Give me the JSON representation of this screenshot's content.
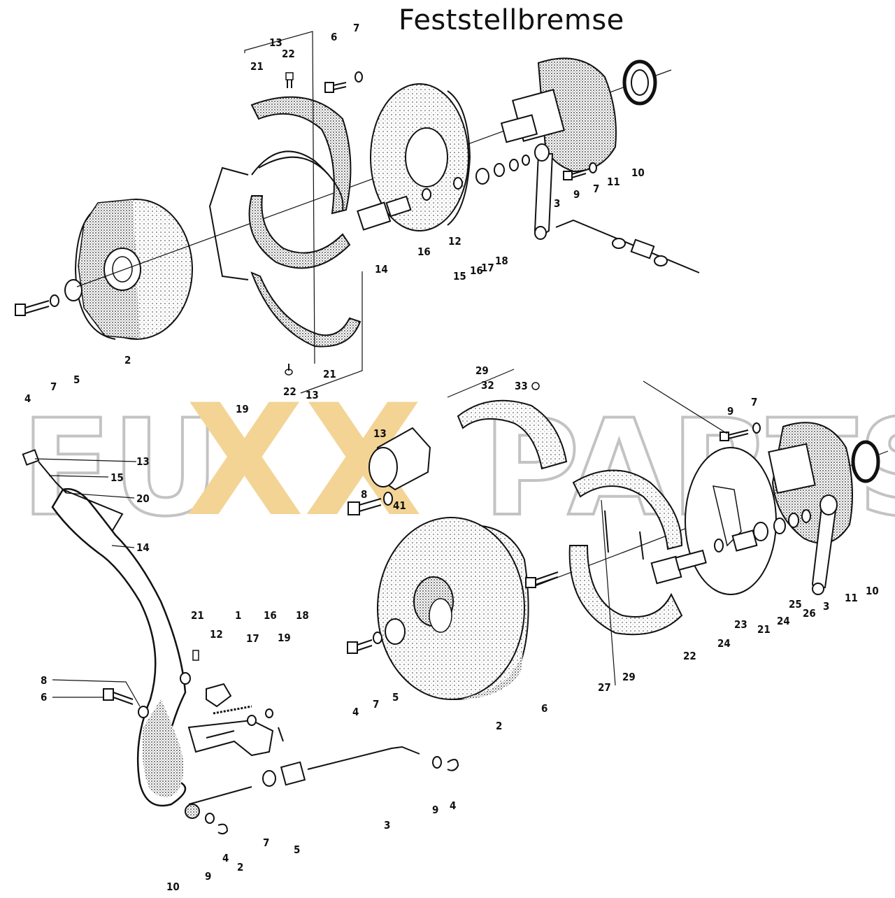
{
  "title": "Feststellbremse",
  "watermark": {
    "text": "FUXXPARTS",
    "outline_color": "#bdbdbd",
    "highlight_color": "#f2d08a"
  },
  "callouts": {
    "top": [
      "13",
      "22",
      "21",
      "6",
      "7",
      "9",
      "7",
      "11",
      "10",
      "3",
      "12",
      "16",
      "17",
      "18",
      "15",
      "16",
      "14",
      "5",
      "7",
      "4",
      "2",
      "22",
      "21",
      "13",
      "19"
    ],
    "bottom_right": [
      "29",
      "32",
      "33",
      "13",
      "8",
      "41",
      "9",
      "7",
      "2",
      "4",
      "7",
      "5",
      "6",
      "27",
      "29",
      "22",
      "24",
      "23",
      "21",
      "24",
      "25",
      "26",
      "3",
      "11",
      "10"
    ],
    "bottom_left": [
      "13",
      "15",
      "20",
      "14",
      "21",
      "12",
      "1",
      "16",
      "17",
      "19",
      "18",
      "8",
      "6",
      "10",
      "9",
      "4",
      "2",
      "7",
      "5",
      "3",
      "9",
      "4"
    ]
  }
}
